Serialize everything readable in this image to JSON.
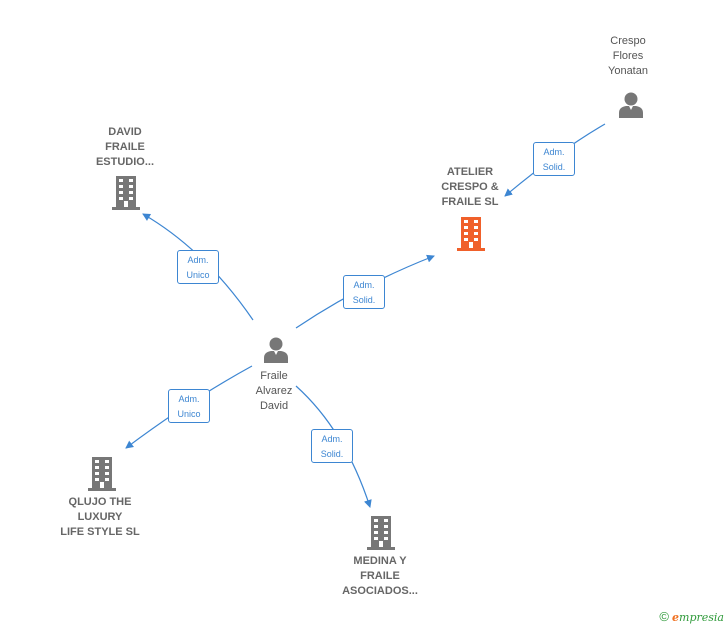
{
  "colors": {
    "edge": "#3d86d2",
    "person": "#777777",
    "company": "#777777",
    "company_highlight": "#f0602a",
    "brand": "#2f9a3a"
  },
  "nodes": {
    "crespo": {
      "lines": [
        "Crespo",
        "Flores",
        "Yonatan"
      ],
      "type": "person"
    },
    "atelier": {
      "lines": [
        "ATELIER",
        "CRESPO &",
        "FRAILE  SL"
      ],
      "type": "company-highlight"
    },
    "david_fraile": {
      "lines": [
        "DAVID",
        "FRAILE",
        "ESTUDIO..."
      ],
      "type": "company"
    },
    "fraile": {
      "lines": [
        "Fraile",
        "Alvarez",
        "David"
      ],
      "type": "person"
    },
    "qlujo": {
      "lines": [
        "QLUJO THE",
        "LUXURY",
        "LIFE STYLE SL"
      ],
      "type": "company"
    },
    "medina": {
      "lines": [
        "MEDINA Y",
        "FRAILE",
        "ASOCIADOS..."
      ],
      "type": "company"
    }
  },
  "edges": [
    {
      "id": "crespo-atelier",
      "line1": "Adm.",
      "line2": "Solid."
    },
    {
      "id": "fraile-david",
      "line1": "Adm.",
      "line2": "Unico"
    },
    {
      "id": "fraile-atelier",
      "line1": "Adm.",
      "line2": "Solid."
    },
    {
      "id": "fraile-qlujo",
      "line1": "Adm.",
      "line2": "Unico"
    },
    {
      "id": "fraile-medina",
      "line1": "Adm.",
      "line2": "Solid."
    }
  ],
  "footer": {
    "copyright": "©",
    "brand_initial": "e",
    "brand_rest": "mpresia"
  }
}
